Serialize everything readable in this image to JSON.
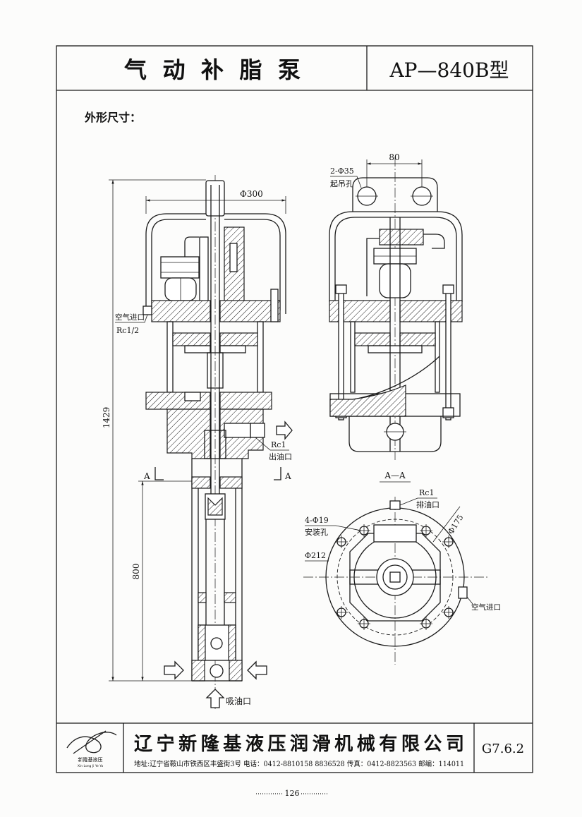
{
  "header": {
    "title": "气 动 补 脂 泵",
    "model": "AP—840B型"
  },
  "section_title": "外形尺寸：",
  "drawing": {
    "front_view": {
      "dia_label": "Φ300",
      "air_inlet": "空气进口",
      "air_inlet_thread": "Rc1/2",
      "height_total": "1429",
      "height_lower": "800",
      "outlet_thread": "Rc1",
      "outlet": "出油口",
      "section_mark_left": "A",
      "section_mark_right": "A",
      "suction": "吸油口"
    },
    "section_view": {
      "lug_spacing": "80",
      "lift_holes": "2-Φ35",
      "lift_holes_label": "起吊孔",
      "caption": "A—A"
    },
    "plan_view": {
      "outlet_thread": "Rc1",
      "outlet": "排油口",
      "mount_holes": "4-Φ19",
      "mount_holes_label": "安装孔",
      "bolt_circle": "Φ175",
      "outer_dia": "Φ212",
      "air_inlet": "空气进口"
    }
  },
  "footer": {
    "logo_text": "新隆基液压",
    "logo_subtext": "Xin Long Ji Ye Ya",
    "company": "辽宁新隆基液压润滑机械有限公司",
    "address": "地址:辽宁省鞍山市铁西区丰盛街3号 电话：0412-8810158 8836528 传真：0412-8823563 邮编：114011",
    "code": "G7.6.2"
  },
  "page_number": "126"
}
